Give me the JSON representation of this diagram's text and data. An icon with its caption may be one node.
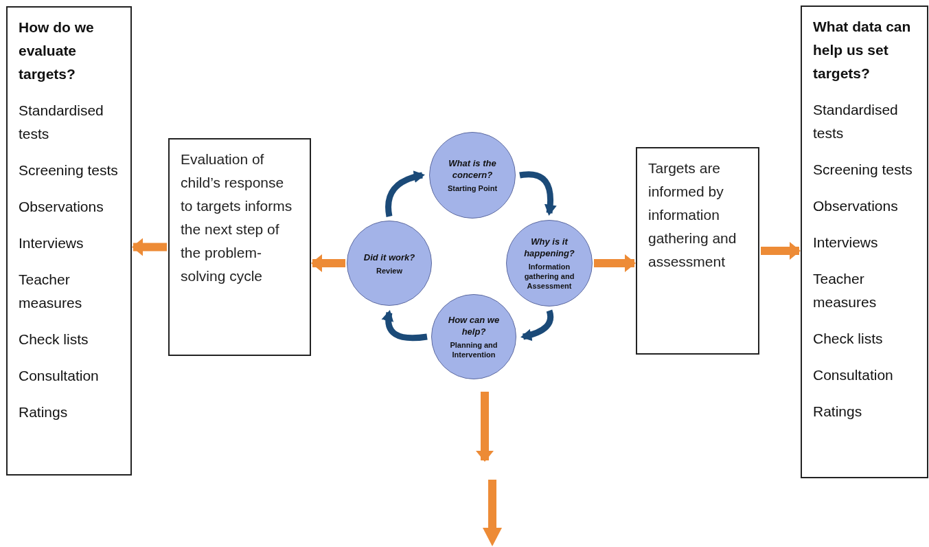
{
  "diagram": {
    "nodes": [
      {
        "text": [
          "How do we evaluate targets?",
          "Standardised tests",
          "Screening tests",
          "Observations",
          "Interviews",
          "Teacher measures",
          "Check lists",
          "Consultation",
          "Ratings"
        ]
      },
      {
        "text": [
          "Evaluation of child’s response to targets informs the next step of the problem-solving cycle"
        ]
      },
      {
        "text": [
          "What is the concern?",
          "Starting Point"
        ]
      },
      {
        "text": [
          "Why is it happening?",
          "Information gathering and Assessment"
        ]
      },
      {
        "text": [
          "How can we help?",
          "Planning and Intervention"
        ]
      },
      {
        "text": [
          "Did it work?",
          "Review"
        ]
      },
      {
        "text": [
          "Targets are informed by information gathering and assessment"
        ]
      },
      {
        "text": [
          "What data can help us set targets?",
          "Standardised tests",
          "Screening tests",
          "Observations",
          "Interviews",
          "Teacher measures",
          "Check lists",
          "Consultation",
          "Ratings"
        ]
      }
    ],
    "edges": [
      {
        "from": 5,
        "to": 2,
        "arrow": "to",
        "color": "#1b4a78"
      },
      {
        "from": 2,
        "to": 3,
        "arrow": "to",
        "color": "#1b4a78"
      },
      {
        "from": 3,
        "to": 4,
        "arrow": "to",
        "color": "#1b4a78"
      },
      {
        "from": 4,
        "to": 5,
        "arrow": "to",
        "color": "#1b4a78"
      },
      {
        "from": 5,
        "to": 1,
        "arrow": "to"
      },
      {
        "from": 1,
        "to": 0,
        "arrow": "to"
      },
      {
        "from": 3,
        "to": 6,
        "arrow": "to"
      },
      {
        "from": 6,
        "to": 7,
        "arrow": "to"
      },
      {
        "from": 4,
        "to": null,
        "arrow": "to"
      }
    ]
  }
}
